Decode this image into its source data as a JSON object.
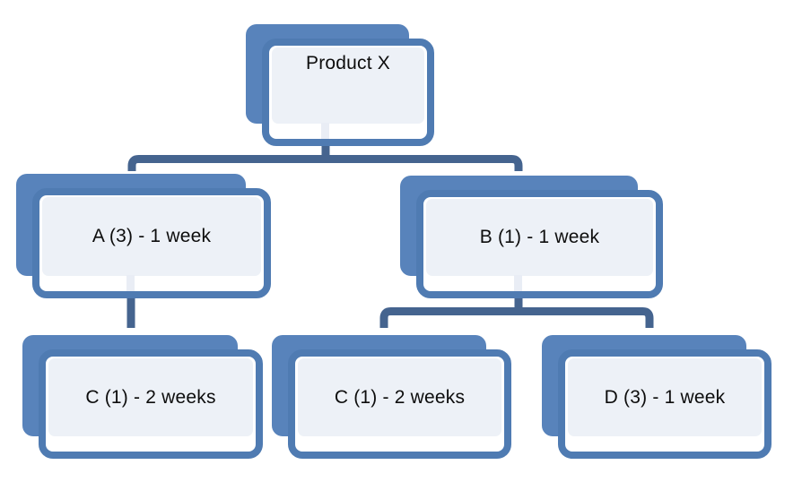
{
  "diagram": {
    "type": "hierarchy-tree",
    "description": "Product structure tree showing components, quantities and lead times",
    "root_label": "Product X",
    "levels": 3
  },
  "nodes": [
    {
      "id": "product-x",
      "label": "Product X",
      "parent": null,
      "level": 0
    },
    {
      "id": "a",
      "label": "A (3) - 1 week",
      "parent": "product-x",
      "level": 1
    },
    {
      "id": "b",
      "label": "B (1) - 1 week",
      "parent": "product-x",
      "level": 1
    },
    {
      "id": "c-under-a",
      "label": "C (1) - 2 weeks",
      "parent": "a",
      "level": 2
    },
    {
      "id": "c-under-b",
      "label": "C (1) - 2 weeks",
      "parent": "b",
      "level": 2
    },
    {
      "id": "d",
      "label": "D (3) - 1 week",
      "parent": "b",
      "level": 2
    }
  ],
  "edges": [
    {
      "from": "product-x",
      "to": "a"
    },
    {
      "from": "product-x",
      "to": "b"
    },
    {
      "from": "a",
      "to": "c-under-a"
    },
    {
      "from": "b",
      "to": "c-under-b"
    },
    {
      "from": "b",
      "to": "d"
    }
  ],
  "colors": {
    "shape_back_blue": "#5883bb",
    "shape_border_blue": "#4f7bb2",
    "shape_fill": "#edf1f7",
    "connector": "#45648f",
    "text": "#0d0d0d",
    "background": "#ffffff"
  }
}
